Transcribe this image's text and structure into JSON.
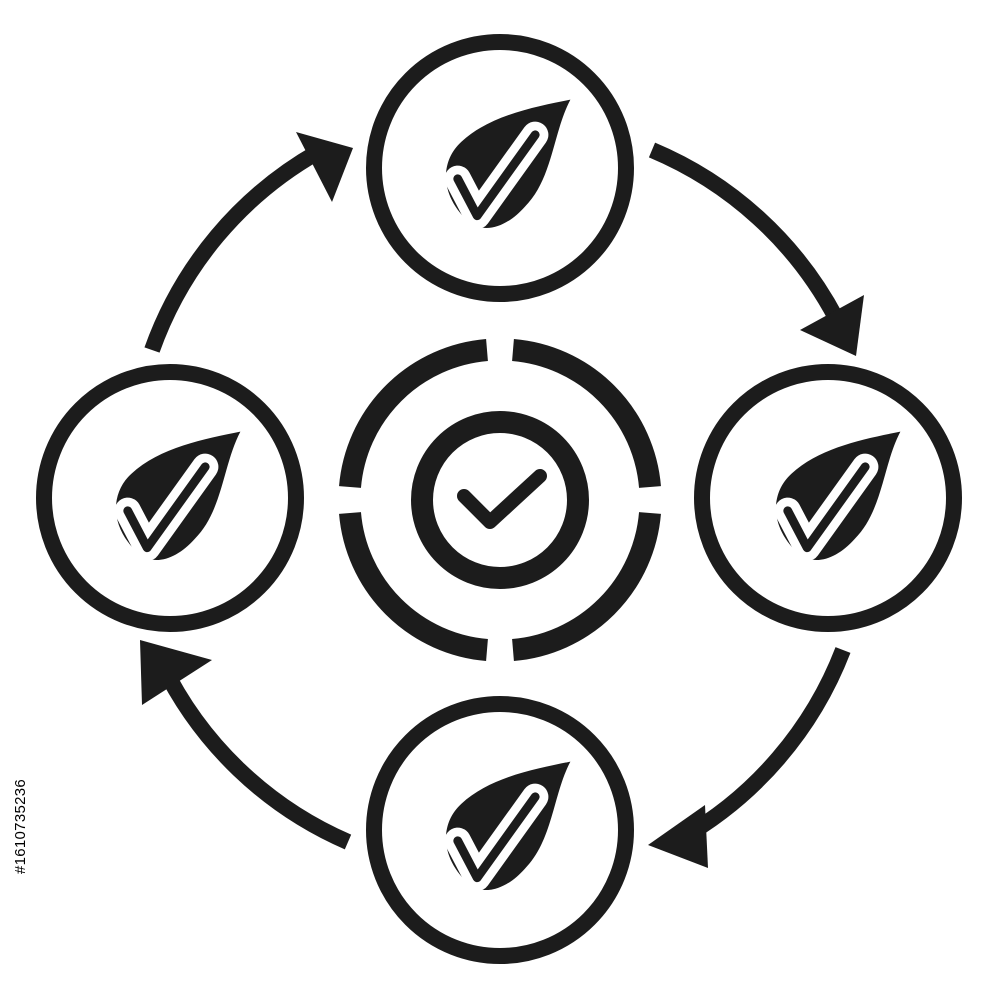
{
  "diagram": {
    "type": "cycle",
    "nodes": [
      {
        "id": "top",
        "icon": "leaf-check-icon"
      },
      {
        "id": "right",
        "icon": "leaf-check-icon"
      },
      {
        "id": "bottom",
        "icon": "leaf-check-icon"
      },
      {
        "id": "left",
        "icon": "leaf-check-icon"
      }
    ],
    "center": {
      "icon": "segmented-target-check-icon"
    },
    "flow": "clockwise",
    "ink_color": "#1c1c1c",
    "background_color": "#ffffff"
  },
  "stock_id": "#1610735236"
}
